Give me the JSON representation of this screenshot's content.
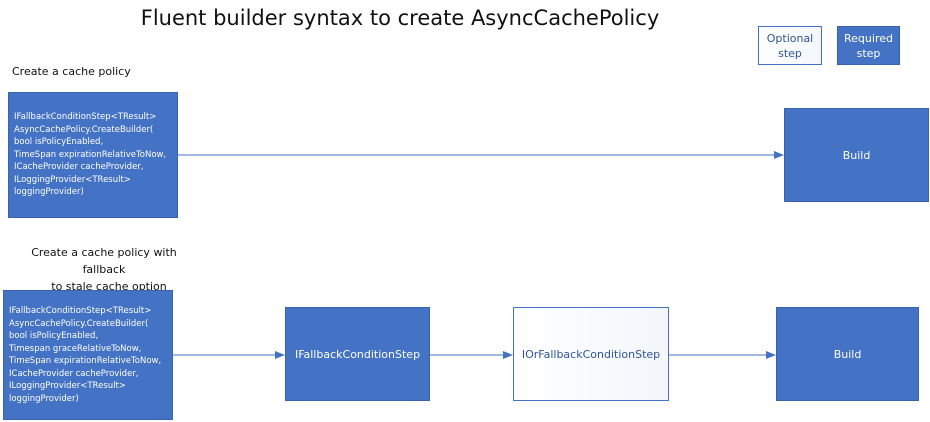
{
  "title": "Fluent builder syntax to create AsyncCachePolicy",
  "legend": {
    "optional_line1": "Optional",
    "optional_line2": "step",
    "required_line1": "Required",
    "required_line2": "step"
  },
  "section1": {
    "label": "Create a cache policy",
    "code_lines": [
      "IFallbackConditionStep<TResult>",
      "AsyncCachePolicy.CreateBuilder(",
      "bool isPolicyEnabled,",
      "TimeSpan expirationRelativeToNow,",
      "ICacheProvider cacheProvider,",
      "ILoggingProvider<TResult>",
      "loggingProvider)"
    ],
    "build": "Build"
  },
  "section2": {
    "label_line1": "Create a cache policy with fallback",
    "label_line2": "to stale cache option",
    "code_lines": [
      "IFallbackConditionStep<TResult>",
      "AsyncCachePolicy.CreateBuilder(",
      "bool isPolicyEnabled,",
      "Timespan graceRelativeToNow,",
      "TimeSpan expirationRelativeToNow,",
      "ICacheProvider cacheProvider,",
      "ILoggingProvider<TResult>",
      "loggingProvider)"
    ],
    "step1": "IFallbackConditionStep",
    "step2": "IOrFallbackConditionStep",
    "build": "Build"
  },
  "colors": {
    "required_fill": "#4472c4",
    "optional_text": "#2f5597",
    "arrow": "#4472c4"
  }
}
